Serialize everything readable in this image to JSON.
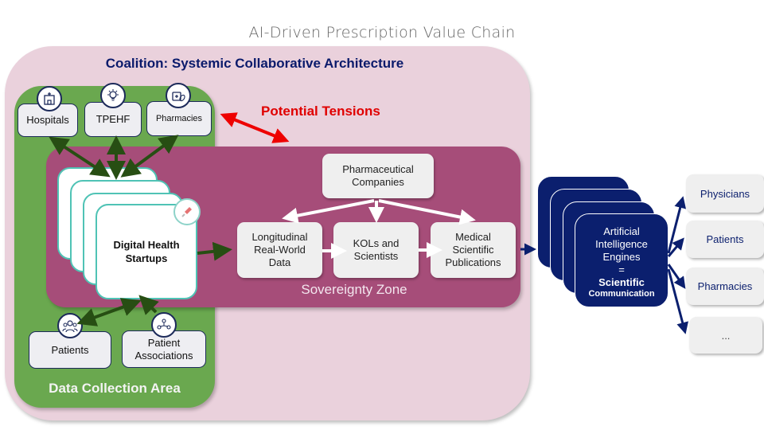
{
  "title": "AI-Driven Prescription Value Chain",
  "coalition": {
    "title": "Coalition: Systemic Collaborative Architecture"
  },
  "tensions": {
    "label": "Potential Tensions",
    "color": "#e00000"
  },
  "data_collection": {
    "label": "Data Collection Area",
    "top_entities": [
      {
        "label": "Hospitals",
        "icon": "hospital-icon"
      },
      {
        "label": "TPEHF",
        "icon": "lightbulb-icon"
      },
      {
        "label": "Pharmacies",
        "icon": "pharmacy-icon"
      }
    ],
    "bottom_entities": [
      {
        "label": "Patients",
        "icon": "patients-group-icon"
      },
      {
        "label": "Patient Associations",
        "icon": "network-people-icon"
      }
    ]
  },
  "startups": {
    "label": "Digital Health Startups",
    "icon": "rocket-icon"
  },
  "sovereignty": {
    "label": "Sovereignty Zone",
    "pharma": "Pharmaceutical Companies",
    "rwd": "Longitudinal Real-World Data",
    "kols": "KOLs and Scientists",
    "pubs": "Medical Scientific Publications"
  },
  "ai_engines": {
    "line1": "Artificial",
    "line2": "Intelligence",
    "line3": "Engines",
    "equals": "=",
    "bold1": "Scientific",
    "bold2": "Communication"
  },
  "outputs": [
    "Physicians",
    "Patients",
    "Pharmacies",
    "..."
  ],
  "colors": {
    "coalition_bg": "#ead1dc",
    "data_area": "#6aa84f",
    "sovereignty_zone": "#a64d79",
    "ai_navy": "#0b1f6e",
    "green_arrow": "#274e13"
  }
}
